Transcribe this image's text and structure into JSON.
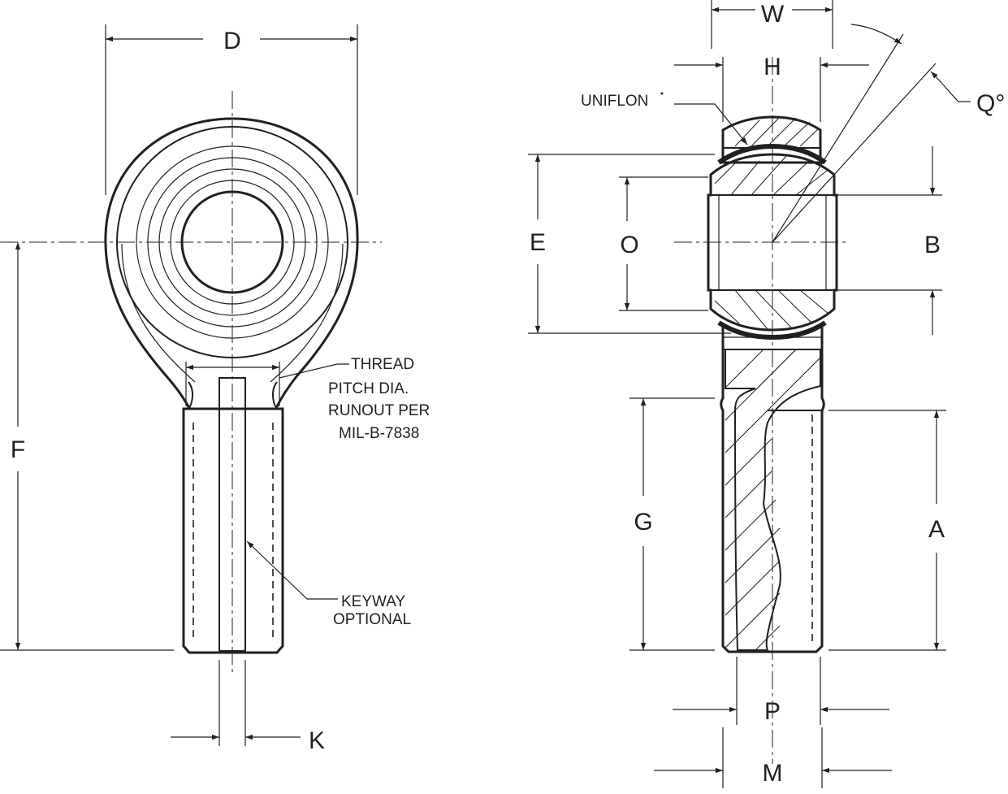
{
  "dimensions": {
    "D": "D",
    "F": "F",
    "K": "K",
    "W": "W",
    "H": "H",
    "Q": "Q°",
    "E": "E",
    "O": "O",
    "B": "B",
    "G": "G",
    "A": "A",
    "P": "P",
    "M": "M"
  },
  "notes": {
    "uniflon": "UNIFLON",
    "thread": [
      "THREAD",
      "PITCH DIA.",
      "RUNOUT PER",
      "MIL-B-7838"
    ],
    "keyway": [
      "KEYWAY",
      "OPTIONAL"
    ]
  }
}
